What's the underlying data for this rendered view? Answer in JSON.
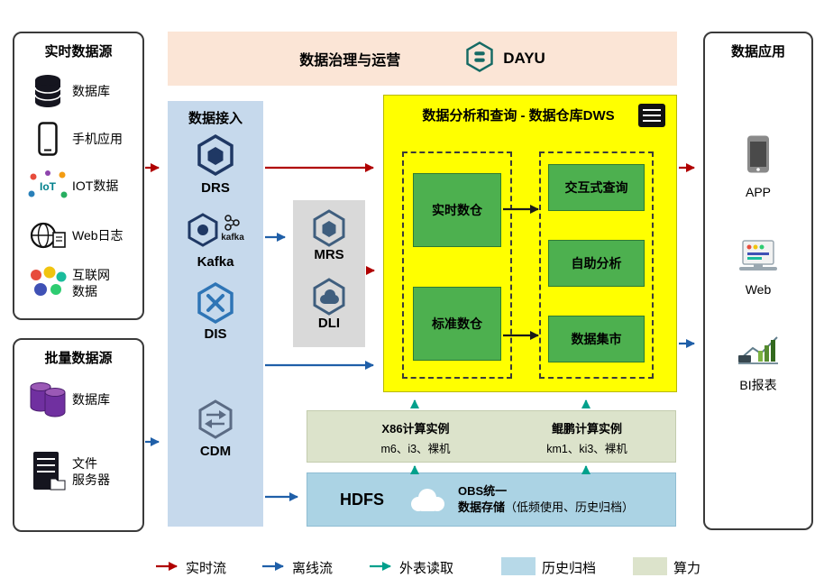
{
  "colors": {
    "realtime_flow": "#b00000",
    "offline_flow": "#1f5fa8",
    "external_read": "#00a08c",
    "archive_fill": "#b7d9e8",
    "compute_fill": "#dce3cb",
    "dws_fill": "#ffff00",
    "green_box": "#4db04f",
    "ingestion_fill": "#c6d9ec",
    "governance_fill": "#fbe5d6"
  },
  "realtime_sources": {
    "title": "实时数据源",
    "items": [
      {
        "label": "数据库"
      },
      {
        "label": "手机应用"
      },
      {
        "label": "IOT数据"
      },
      {
        "label": "Web日志"
      },
      {
        "label": "互联网\n数据"
      }
    ]
  },
  "batch_sources": {
    "title": "批量数据源",
    "items": [
      {
        "label": "数据库"
      },
      {
        "label": "文件\n服务器"
      }
    ]
  },
  "governance": {
    "title": "数据治理与运营",
    "product": "DAYU"
  },
  "ingestion": {
    "title": "数据接入",
    "items": [
      {
        "label": "DRS"
      },
      {
        "label": "Kafka"
      },
      {
        "label": "DIS"
      },
      {
        "label": "CDM"
      }
    ]
  },
  "icons": {
    "kafka_text": "kafka",
    "iot_text": "IoT"
  },
  "processing": {
    "items": [
      {
        "label": "MRS"
      },
      {
        "label": "DLI"
      }
    ]
  },
  "dws": {
    "title": "数据分析和查询 - 数据仓库DWS",
    "left_items": [
      {
        "label": "实时数仓"
      },
      {
        "label": "标准数仓"
      }
    ],
    "right_items": [
      {
        "label": "交互式查询"
      },
      {
        "label": "自助分析"
      },
      {
        "label": "数据集市"
      }
    ]
  },
  "compute": {
    "x86": {
      "title": "X86计算实例",
      "spec": "m6、i3、裸机"
    },
    "kunpeng": {
      "title": "鲲鹏计算实例",
      "spec": "km1、ki3、裸机"
    }
  },
  "storage": {
    "hdfs": "HDFS",
    "obs_line1": "OBS统一",
    "obs_line2": "数据存储",
    "obs_note": "（低频使用、历史归档）"
  },
  "applications": {
    "title": "数据应用",
    "items": [
      {
        "label": "APP"
      },
      {
        "label": "Web"
      },
      {
        "label": "BI报表"
      }
    ]
  },
  "legend": {
    "realtime": "实时流",
    "offline": "离线流",
    "external": "外表读取",
    "archive": "历史归档",
    "compute": "算力"
  }
}
